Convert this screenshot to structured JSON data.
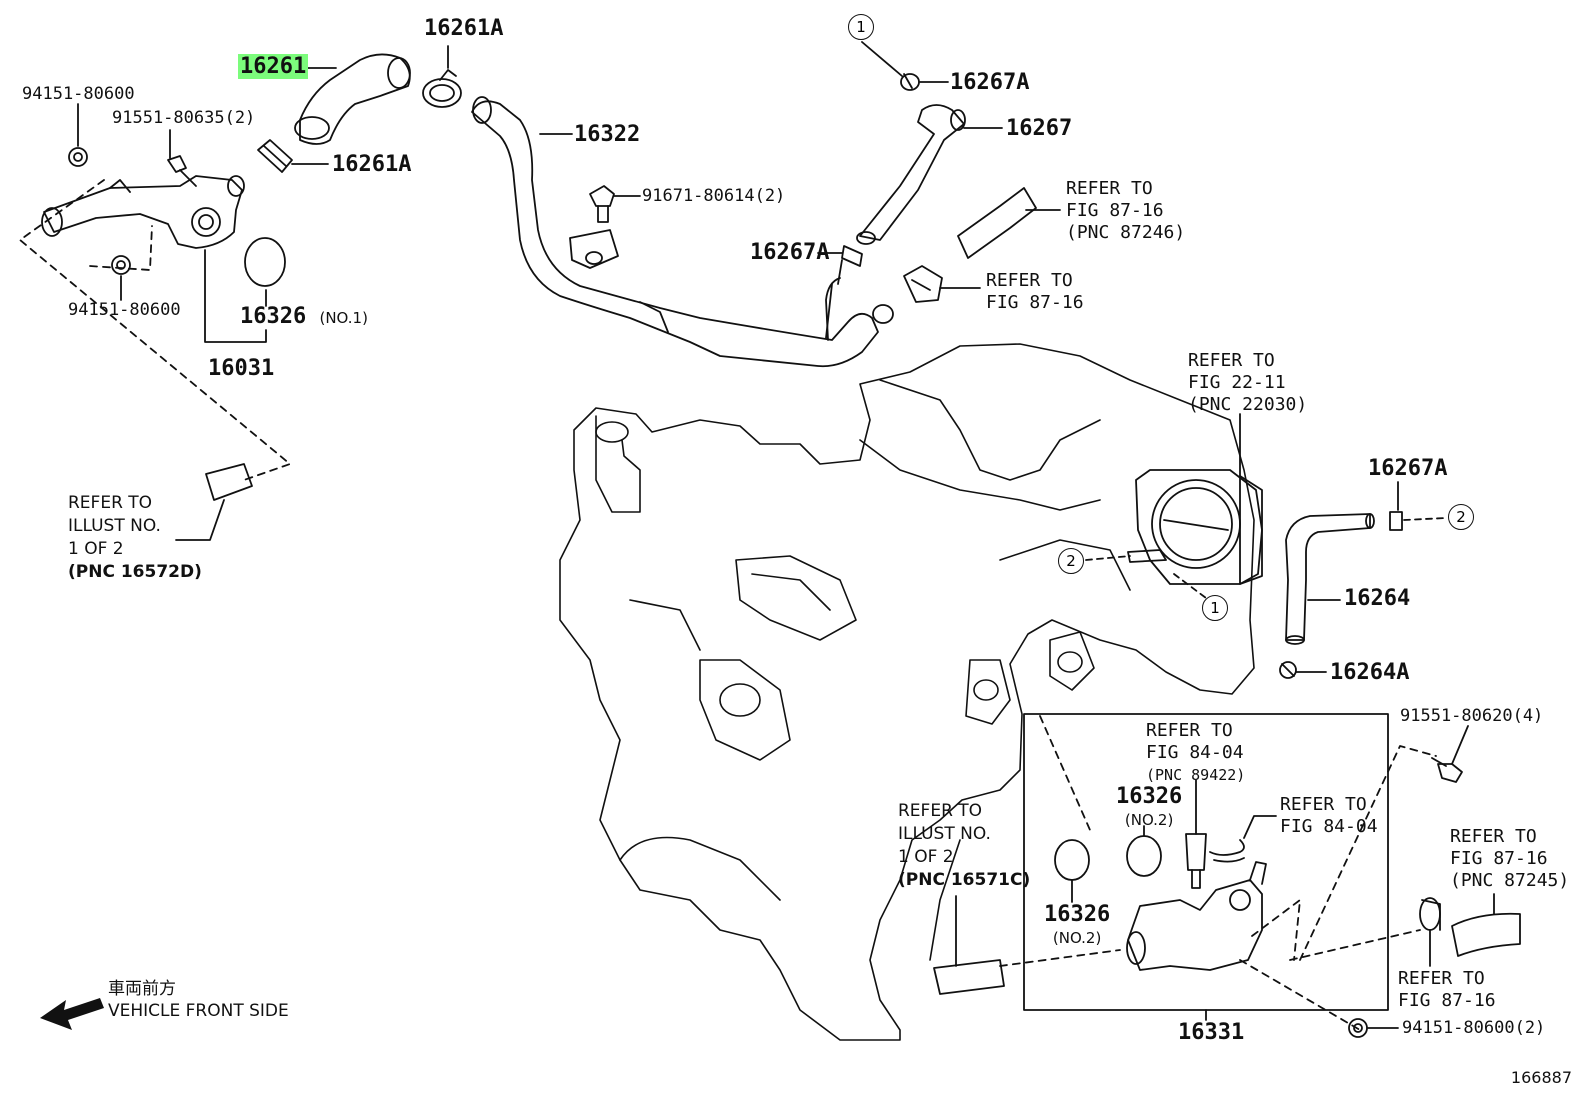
{
  "diagram": {
    "figure_number": "166887",
    "highlighted_part": "16261",
    "front_label": {
      "line1": "車両前方",
      "line2": "VEHICLE FRONT SIDE"
    },
    "callouts": {
      "c1": "1",
      "c2": "2"
    },
    "parts": {
      "p16261": "16261",
      "p16261A_top": "16261A",
      "p16261A_mid": "16261A",
      "p16322": "16322",
      "p16267A_top": "16267A",
      "p16267": "16267",
      "p16267A_mid": "16267A",
      "p94151_top": "94151-80600",
      "p91551_80635": "91551-80635(2)",
      "p91671": "91671-80614(2)",
      "p94151_low": "94151-80600",
      "p16326_no1_num": "16326",
      "p16326_no1_tag": "(NO.1)",
      "p16031": "16031",
      "p16267A_right": "16267A",
      "p16264": "16264",
      "p16264A": "16264A",
      "p91551_80620": "91551-80620(4)",
      "p16326_no2a_num": "16326",
      "p16326_no2a_tag": "(NO.2)",
      "p16326_no2b_num": "16326",
      "p16326_no2b_tag": "(NO.2)",
      "p16331": "16331",
      "p94151_80600_2": "94151-80600(2)"
    },
    "refs": {
      "r87246": [
        "REFER TO",
        "FIG 87-16",
        "(PNC 87246)"
      ],
      "r8716_mid": [
        "REFER TO",
        "FIG 87-16"
      ],
      "r2211": [
        "REFER TO",
        "FIG 22-11",
        "(PNC 22030)"
      ],
      "r_illust_d": [
        "REFER TO",
        "ILLUST NO.",
        "1 OF 2",
        "(PNC 16572D)"
      ],
      "r_illust_c": [
        "REFER TO",
        "ILLUST NO.",
        "1 OF 2",
        "(PNC 16571C)"
      ],
      "r8404_a": [
        "REFER TO",
        "FIG 84-04",
        "(PNC 89422)"
      ],
      "r8404_b": [
        "REFER TO",
        "FIG 84-04"
      ],
      "r87245": [
        "REFER TO",
        "FIG 87-16",
        "(PNC 87245)"
      ],
      "r8716_low": [
        "REFER TO",
        "FIG 87-16"
      ]
    }
  }
}
